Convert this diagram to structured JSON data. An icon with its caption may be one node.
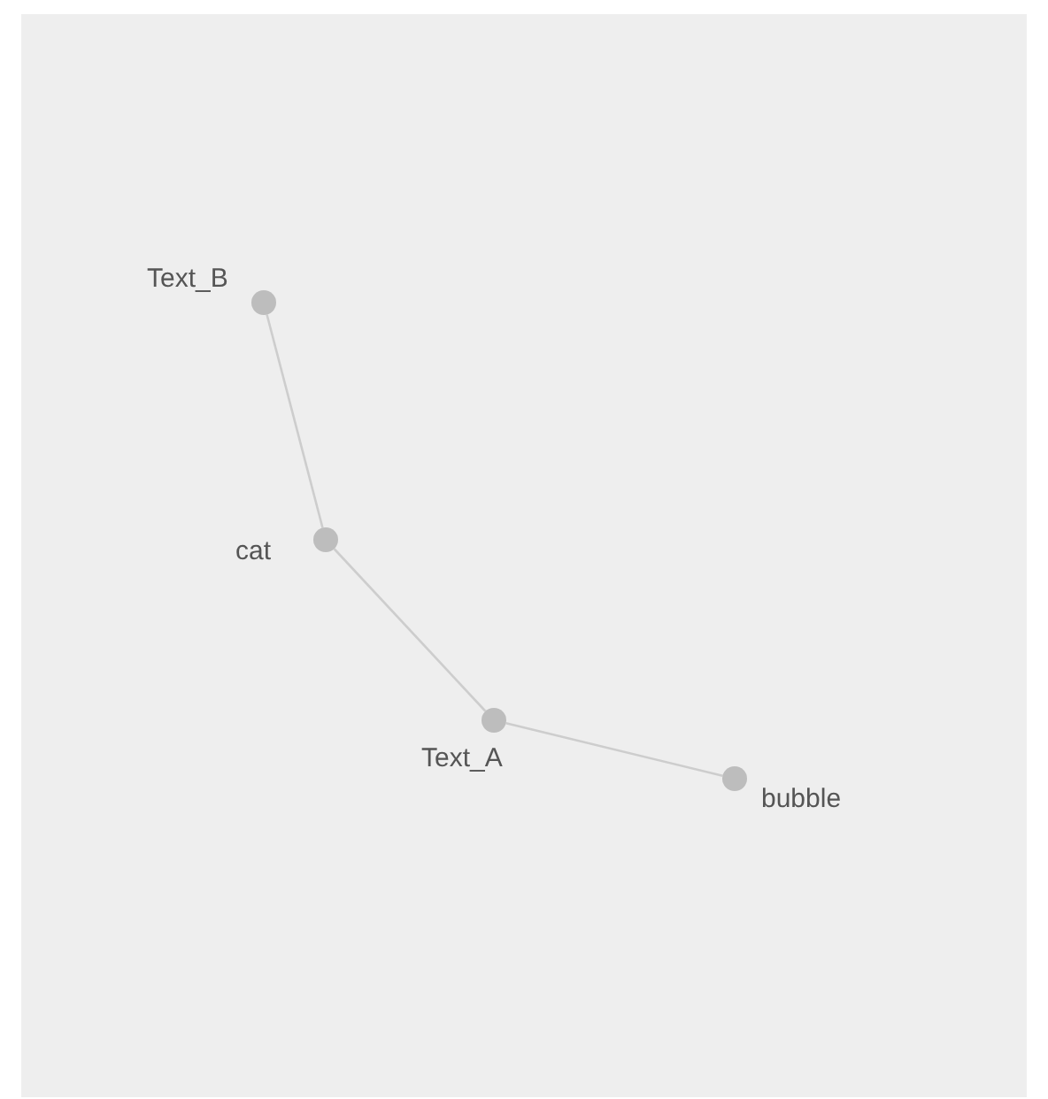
{
  "diagram": {
    "nodes": [
      {
        "text": [],
        "shape": "circle",
        "beside": [
          "Text_B"
        ]
      },
      {
        "text": [],
        "shape": "circle",
        "beside": [
          "cat"
        ]
      },
      {
        "text": [],
        "shape": "circle",
        "beside": [
          "Text_A"
        ]
      },
      {
        "text": [],
        "shape": "circle",
        "beside": [
          "bubble"
        ]
      }
    ],
    "edges": [
      {
        "from": 0,
        "to": 1,
        "arrow": "none"
      },
      {
        "from": 1,
        "to": 2,
        "arrow": "none"
      },
      {
        "from": 2,
        "to": 3,
        "arrow": "none"
      }
    ]
  }
}
